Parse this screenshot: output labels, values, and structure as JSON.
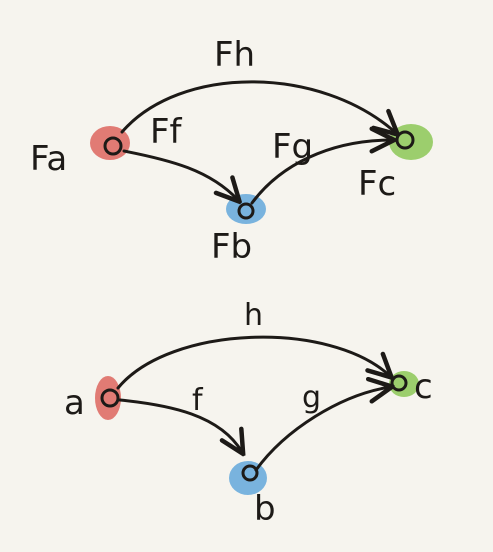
{
  "top_diagram": {
    "nodes": {
      "a": {
        "label": "Fa",
        "color": "#d9534b"
      },
      "b": {
        "label": "Fb",
        "color": "#4f9dd8"
      },
      "c": {
        "label": "Fc",
        "color": "#7dc242"
      }
    },
    "arrows": {
      "h": {
        "label": "Fh"
      },
      "f": {
        "label": "Ff"
      },
      "g": {
        "label": "Fg"
      }
    }
  },
  "bottom_diagram": {
    "nodes": {
      "a": {
        "label": "a",
        "color": "#d9534b"
      },
      "b": {
        "label": "b",
        "color": "#4f9dd8"
      },
      "c": {
        "label": "c",
        "color": "#7dc242"
      }
    },
    "arrows": {
      "h": {
        "label": "h"
      },
      "f": {
        "label": "f"
      },
      "g": {
        "label": "g"
      }
    }
  },
  "colors": {
    "ink": "#1d1a17",
    "paper": "#f6f4ee"
  }
}
